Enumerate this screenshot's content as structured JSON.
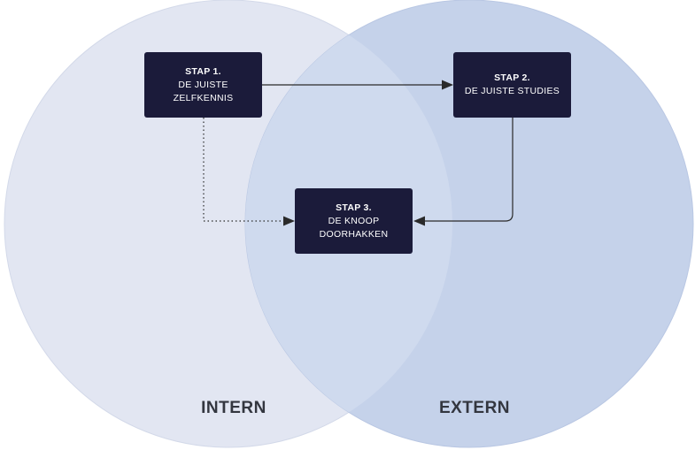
{
  "colors": {
    "circle_intern_fill": "#e2e6f2",
    "circle_extern_fill": "#c5d2ea",
    "overlap_fill": "#cfdaee",
    "box_fill": "#1b1b3a",
    "box_text": "#ffffff",
    "connector": "#2a2a2a",
    "label_text": "#33363f"
  },
  "regions": {
    "intern": {
      "label": "INTERN"
    },
    "extern": {
      "label": "EXTERN"
    }
  },
  "steps": [
    {
      "title": "STAP 1.",
      "lines": [
        "DE JUISTE",
        "ZELFKENNIS"
      ]
    },
    {
      "title": "STAP 2.",
      "lines": [
        "DE JUISTE STUDIES"
      ]
    },
    {
      "title": "STAP 3.",
      "lines": [
        "DE KNOOP",
        "DOORHAKKEN"
      ]
    }
  ],
  "connectors": [
    {
      "from": "STAP 1.",
      "to": "STAP 2.",
      "style": "solid"
    },
    {
      "from": "STAP 2.",
      "to": "STAP 3.",
      "style": "solid"
    },
    {
      "from": "STAP 1.",
      "to": "STAP 3.",
      "style": "dotted"
    }
  ]
}
